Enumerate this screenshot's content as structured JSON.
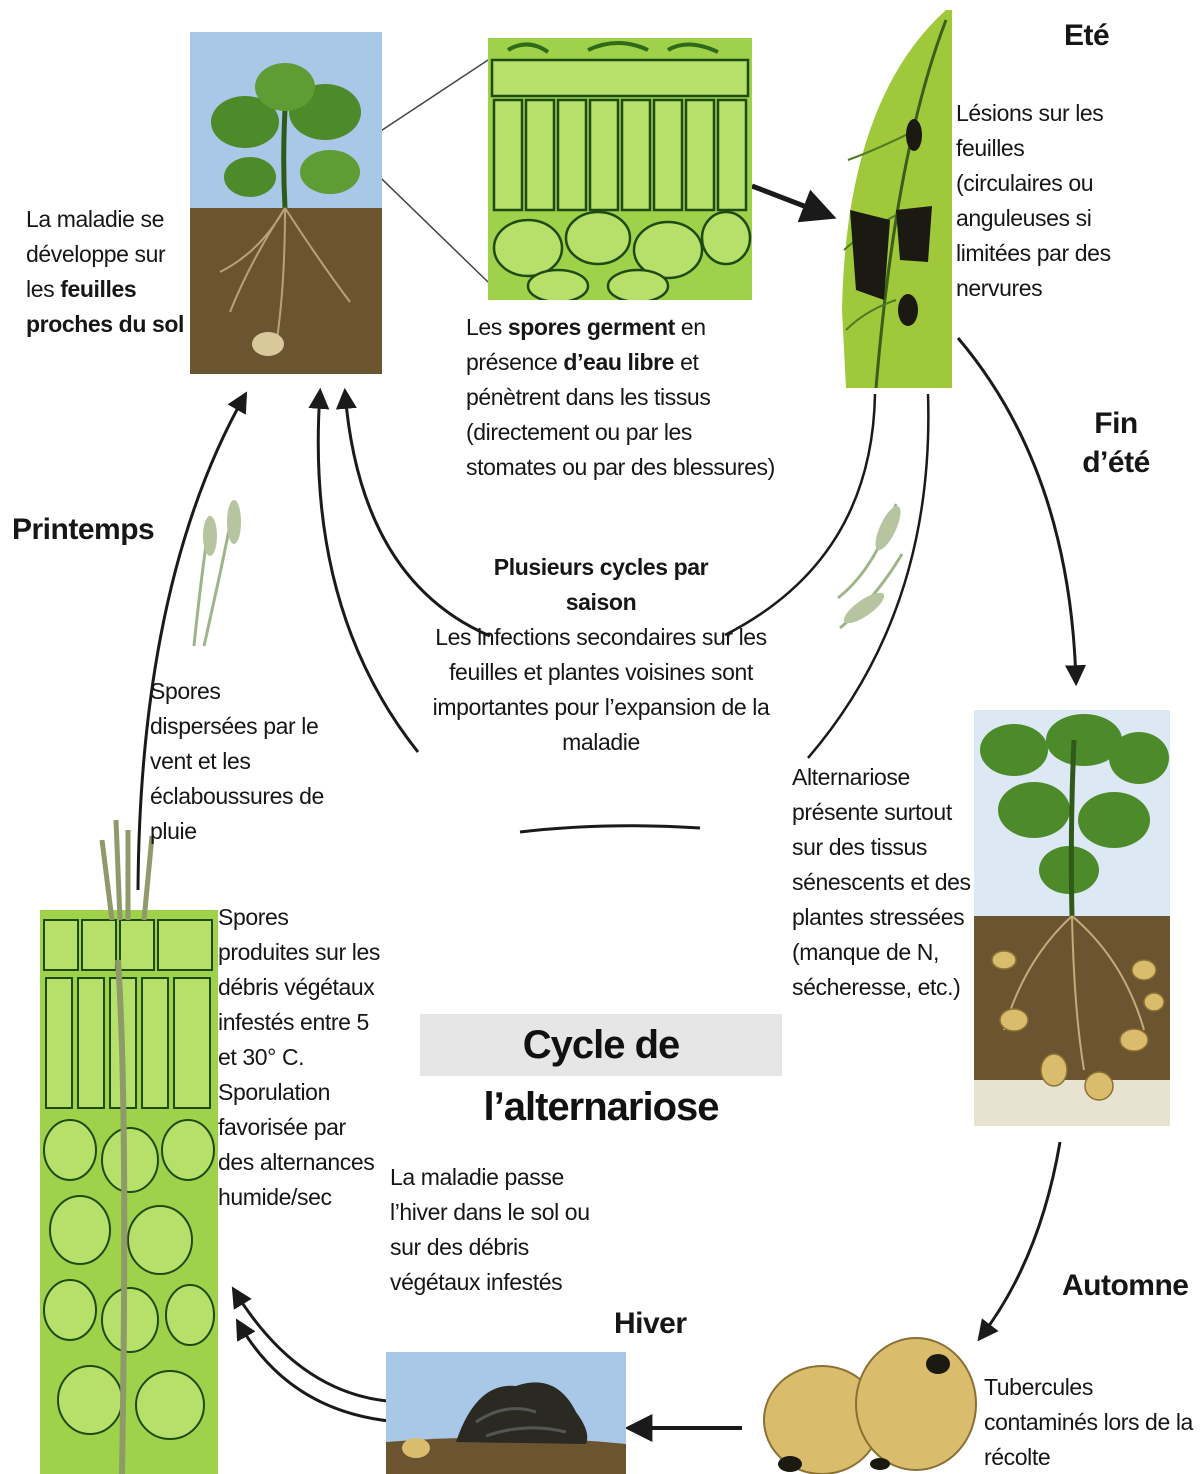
{
  "title": "Cycle de l’alternariose",
  "seasons": {
    "ete": "Eté",
    "fin_ete": [
      "Fin",
      "d’été"
    ],
    "automne": "Automne",
    "hiver": "Hiver",
    "printemps": "Printemps"
  },
  "captions": {
    "leaves_near_soil": {
      "part1": "La maladie se développe sur les",
      "bold": "feuilles proches du sol"
    },
    "spores_germinate": {
      "part1": "Les",
      "bold1": "spores germent",
      "part2": "en présence",
      "bold2": "d’eau libre",
      "part3": "et pénètrent dans les tissus (directement ou par les stomates ou par des blessures)"
    },
    "leaf_lesions": "Lésions sur les feuilles (circulaires ou anguleuses si limitées par des nervures",
    "multiple_cycles": {
      "heading_line1": "Plusieurs cycles par",
      "heading_line2": "saison",
      "line1": "Les infections secondaires sur les",
      "line2": "feuilles et plantes voisines sont",
      "line3": "importantes pour l’expansion de la",
      "line4": "maladie"
    },
    "senescent_tissue": "Alternariose présente surtout sur des tissus sénescents et des plantes stressées (manque de N, sécheresse, etc.)",
    "spores_dispersed": "Spores dispersées par le vent et les éclaboussures de pluie",
    "spores_produced": "Spores produites sur les débris végétaux infestés entre 5 et 30° C. Sporulation favorisée par des alternances humide/sec",
    "overwinter": "La maladie passe l’hiver dans le sol ou sur des débris végétaux infestés",
    "tubers_contaminated": "Tubercules contaminés lors de la récolte"
  },
  "colors": {
    "leaf_green": "#4c8a2a",
    "dark_green": "#1f4a12",
    "cell_green": "#9fd24a",
    "soil_brown": "#6b5530",
    "sky_blue": "#a9c7e6",
    "tuber_yellow": "#d9bc6c",
    "lesion_black": "#1a1a12",
    "arrow_black": "#1a1a1a"
  }
}
